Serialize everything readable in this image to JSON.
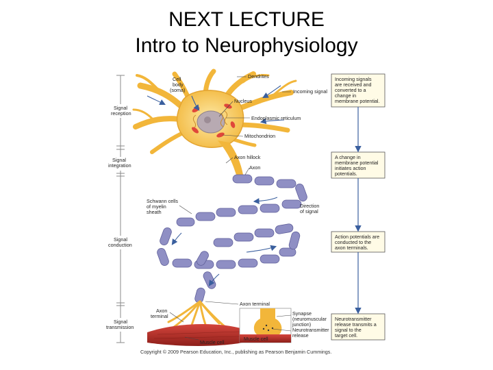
{
  "slide": {
    "title_line1": "NEXT LECTURE",
    "title_line2": "Intro to Neurophysiology"
  },
  "diagram": {
    "left_labels": [
      [
        "Signal",
        "reception"
      ],
      [
        "Signal",
        "integration"
      ],
      [
        "Signal",
        "conduction"
      ],
      [
        "Signal",
        "transmission"
      ]
    ],
    "structure_labels": {
      "dendrites": "Dendrites",
      "cell_body": [
        "Cell",
        "body",
        "(soma)"
      ],
      "incoming_signal": "Incoming signal",
      "nucleus": "Nucleus",
      "endoplasmic_reticulum": "Endoplasmic reticulum",
      "mitochondrion": "Mitochondrion",
      "axon_hillock": "Axon hillock",
      "axon": "Axon",
      "schwann": [
        "Schwann cells",
        "of myelin",
        "sheath"
      ],
      "direction": [
        "Direction",
        "of signal"
      ],
      "axon_terminal_left": [
        "Axon",
        "terminal"
      ],
      "axon_terminal_inset": "Axon terminal",
      "synapse": [
        "Synapse",
        "(neuromuscular",
        "junction)"
      ],
      "neurotransmitter": [
        "Neurotransmitter",
        "release"
      ],
      "muscle_cell_inset": "Muscle cell",
      "muscle_cell": "Muscle cell"
    },
    "info_boxes": [
      [
        "Incoming signals",
        "are received and",
        "converted to a",
        "change in",
        "membrane potential."
      ],
      [
        "A change in",
        "membrane potential",
        "initiates action",
        "potentials."
      ],
      [
        "Action potentials are",
        "conducted to the",
        "axon terminals."
      ],
      [
        "Neurotransmitter",
        "release transmits a",
        "signal to the",
        "target cell."
      ]
    ],
    "copyright": "Copyright © 2009 Pearson Education, Inc., publishing as Pearson Benjamin Cummings.",
    "colors": {
      "soma": "#f6c24a",
      "myelin": "#8f8fc4",
      "muscle": "#b8302a",
      "info_box": "#fffbe6",
      "arrow": "#3a5f9e"
    }
  }
}
